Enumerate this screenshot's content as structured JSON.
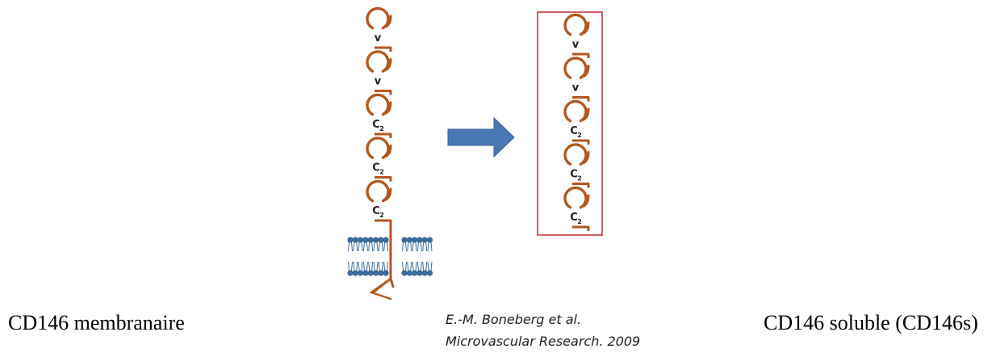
{
  "left_molecule": {
    "domains": [
      {
        "main": "V",
        "sub": ""
      },
      {
        "main": "V",
        "sub": ""
      },
      {
        "main": "C",
        "sub": "2"
      },
      {
        "main": "C",
        "sub": "2"
      },
      {
        "main": "C",
        "sub": "2"
      }
    ],
    "has_membrane": true
  },
  "right_molecule": {
    "domains": [
      {
        "main": "V",
        "sub": ""
      },
      {
        "main": "V",
        "sub": ""
      },
      {
        "main": "C",
        "sub": "2"
      },
      {
        "main": "C",
        "sub": "2"
      },
      {
        "main": "C",
        "sub": "2"
      }
    ],
    "has_membrane": false
  },
  "captions": {
    "left": "CD146 membranaire",
    "right": "CD146 soluble (CD146s)"
  },
  "citation": {
    "line1": "E.-M. Boneberg et al.",
    "line2": "Microvascular Research. 2009"
  },
  "colors": {
    "protein": "#b5561f",
    "arrow": "#4a78b5",
    "box": "#c0282e",
    "lipid": "#3a6ea5"
  }
}
